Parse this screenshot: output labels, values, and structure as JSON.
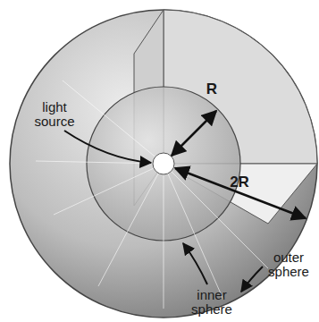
{
  "diagram": {
    "labels": [
      "light source",
      "R",
      "2R",
      "inner sphere",
      "outer sphere"
    ]
  }
}
